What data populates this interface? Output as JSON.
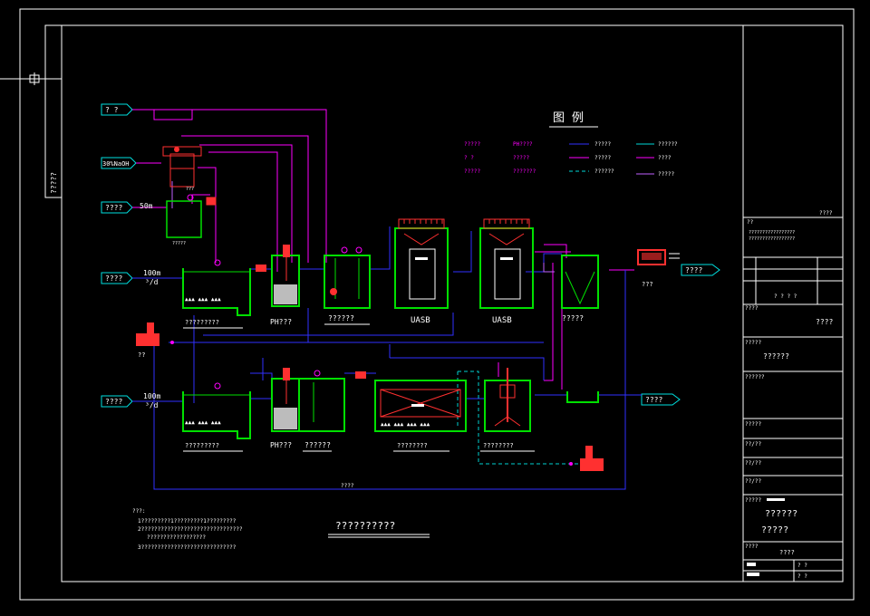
{
  "colors": {
    "background": "#000000",
    "frame": "#ffffff",
    "tank": "#00e000",
    "pipe_main": "#2a2aff",
    "pipe_dose": "#ff00ff",
    "pipe_gas": "#00d8d8",
    "pipe_alt": "#c060ff",
    "equipment": "#ff2020",
    "label": "#ffffff"
  },
  "frame": {
    "side_tag": "?????"
  },
  "inputs": {
    "top_left": "? ?",
    "naoh": "30%NaOH",
    "dose": "????",
    "inlet1": "????",
    "inlet2": "????"
  },
  "outputs": {
    "out1": "????",
    "out2": "????"
  },
  "labels": {
    "tank_small": "50m",
    "flow1_a": "100m",
    "flow1_b": "³/d",
    "flow2_a": "100m",
    "flow2_b": "³/d",
    "small_tank_caption": "?????",
    "row1_eq": "?????????",
    "row1_ph": "PH???",
    "row1_mid": "??????",
    "row1_uasb1": "UASB",
    "row1_uasb2": "UASB",
    "row1_settle": "?????",
    "row1_filter": "???",
    "row2_eq": "?????????",
    "row2_ph": "PH???",
    "row2_mid": "??????",
    "row2_bio": "????????",
    "row2_settle": "????????",
    "pump_left": "??",
    "pump_right": "???",
    "bottom_pipe": "????"
  },
  "legend": {
    "title": "图  例",
    "items": [
      "?????",
      "PH????",
      "?????",
      "??????",
      "? ?",
      "?????",
      "?????",
      "????",
      "?????",
      "???????",
      "??????",
      "?????"
    ]
  },
  "notes": {
    "heading": "???:",
    "line1": "1?????????1?????????1?????????",
    "line2": "2???????????????????????????????",
    "line3": "??????????????????",
    "line4": "3?????????????????????????????"
  },
  "drawing_title": "??????????",
  "title_block": {
    "code": "????",
    "row1": "??",
    "row2": "????",
    "row3": "????",
    "row4": "?????",
    "row5": "??????",
    "row6": "??????",
    "row7": "?????",
    "row8": "????",
    "row9": "??/??",
    "row10": "??/??",
    "row11": "??/??",
    "row12": "?????",
    "project1": "??????",
    "project2": "?????",
    "drawn": "????",
    "date_label": "? ?",
    "scale_label": "? ?"
  }
}
